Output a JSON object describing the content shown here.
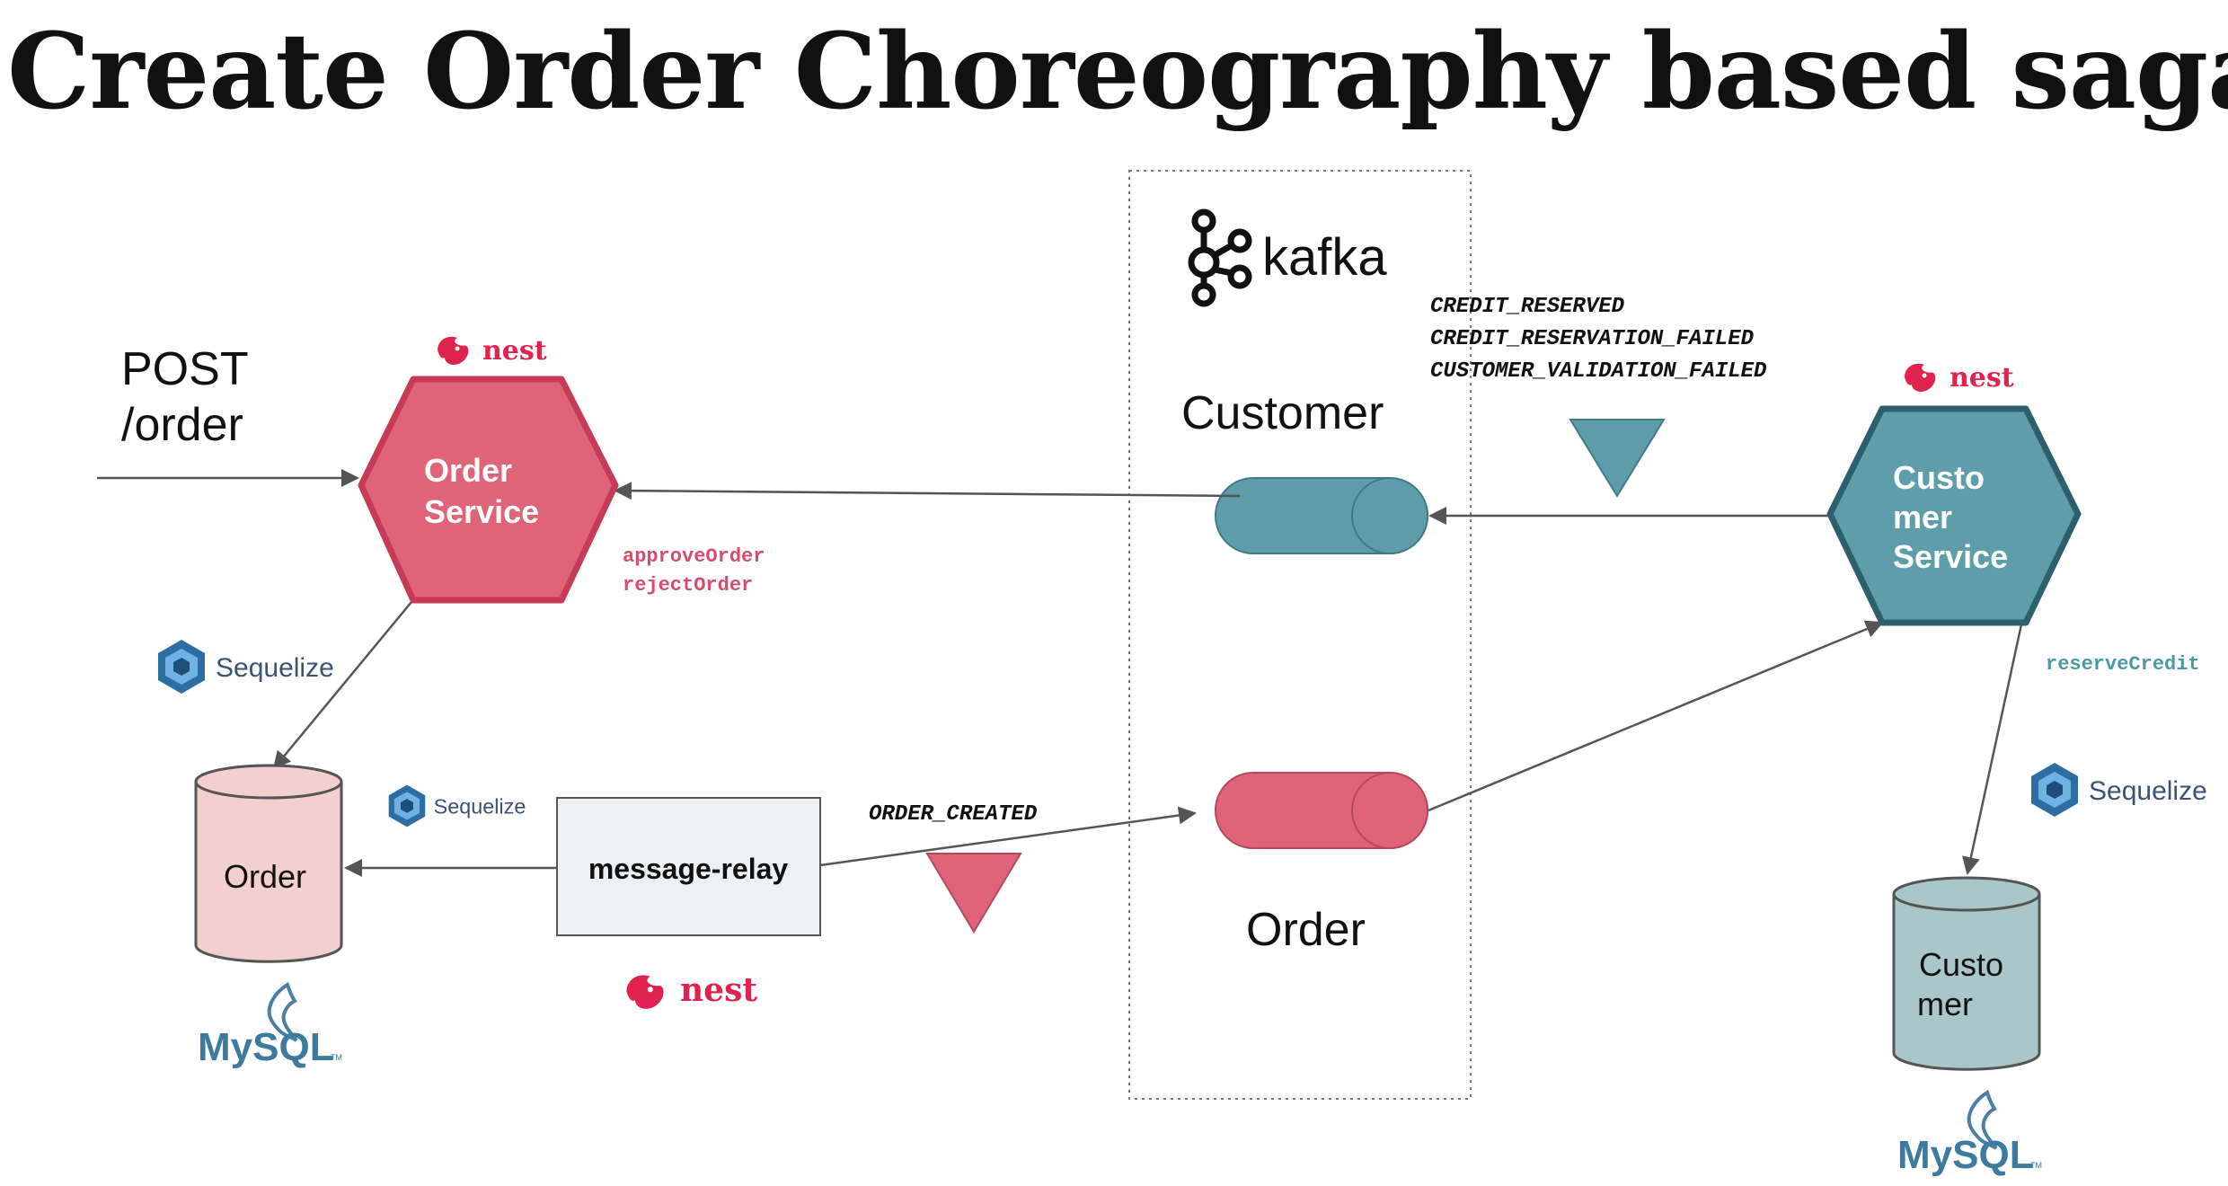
{
  "title": "Create Order Choreography based saga",
  "request": {
    "line1": "POST",
    "line2": "/order"
  },
  "order_service": {
    "line1": "Order",
    "line2": "Service"
  },
  "customer_service": {
    "line1": "Custo",
    "line2": "mer",
    "line3": "Service"
  },
  "nest_label": "nest",
  "kafka": {
    "logo_text": "kafka",
    "customer_topic": "Customer",
    "order_topic": "Order"
  },
  "customer_events": [
    "CREDIT_RESERVED",
    "CREDIT_RESERVATION_FAILED",
    "CUSTOMER_VALIDATION_FAILED"
  ],
  "order_handlers": [
    "approveOrder",
    "rejectOrder"
  ],
  "order_created_event": "ORDER_CREATED",
  "reserve_credit": "reserveCredit",
  "message_relay": "message-relay",
  "order_db": "Order",
  "customer_db": {
    "line1": "Custo",
    "line2": "mer"
  },
  "sequelize_label": "Sequelize",
  "mysql_label": "MySQL",
  "mysql_tm": "TM",
  "colors": {
    "order_red": "#e06478",
    "order_red_dark": "#c73b56",
    "customer_teal": "#5e9eaa",
    "customer_teal_dark": "#2e5f6c",
    "mono_red": "#d94b6a",
    "mono_teal": "#4a9aa6",
    "order_db_fill": "#f2d0cf",
    "customer_db_fill": "#a9c7cb",
    "relay_fill": "#eef1f3"
  }
}
